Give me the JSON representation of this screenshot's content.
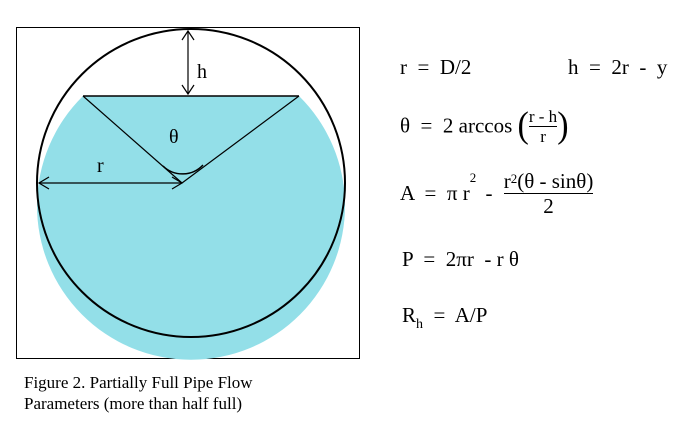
{
  "colors": {
    "water": "#93dfe8",
    "stroke": "#000000"
  },
  "diagram": {
    "label_h": "h",
    "label_theta": "θ",
    "label_r": "r"
  },
  "caption": {
    "line1": "Figure 2.  Partially Full Pipe Flow",
    "line2": "Parameters  (more than half full)"
  },
  "equations": {
    "radius": "r  =  D/2",
    "height": "h  =  2r  -  y",
    "theta_prefix": "θ  =  2 arccos",
    "theta_num": "r - h",
    "theta_den": "r",
    "area_prefix": "A  =  π r",
    "area_exp": "2",
    "area_minus": "-",
    "area_num_r": "r",
    "area_num_exp": "2",
    "area_num_rest": "(θ - sinθ)",
    "area_den": "2",
    "perimeter": "P  =  2πr  - r θ",
    "hyd_R": "R",
    "hyd_sub": "h",
    "hyd_rest": "  =  A/P"
  }
}
